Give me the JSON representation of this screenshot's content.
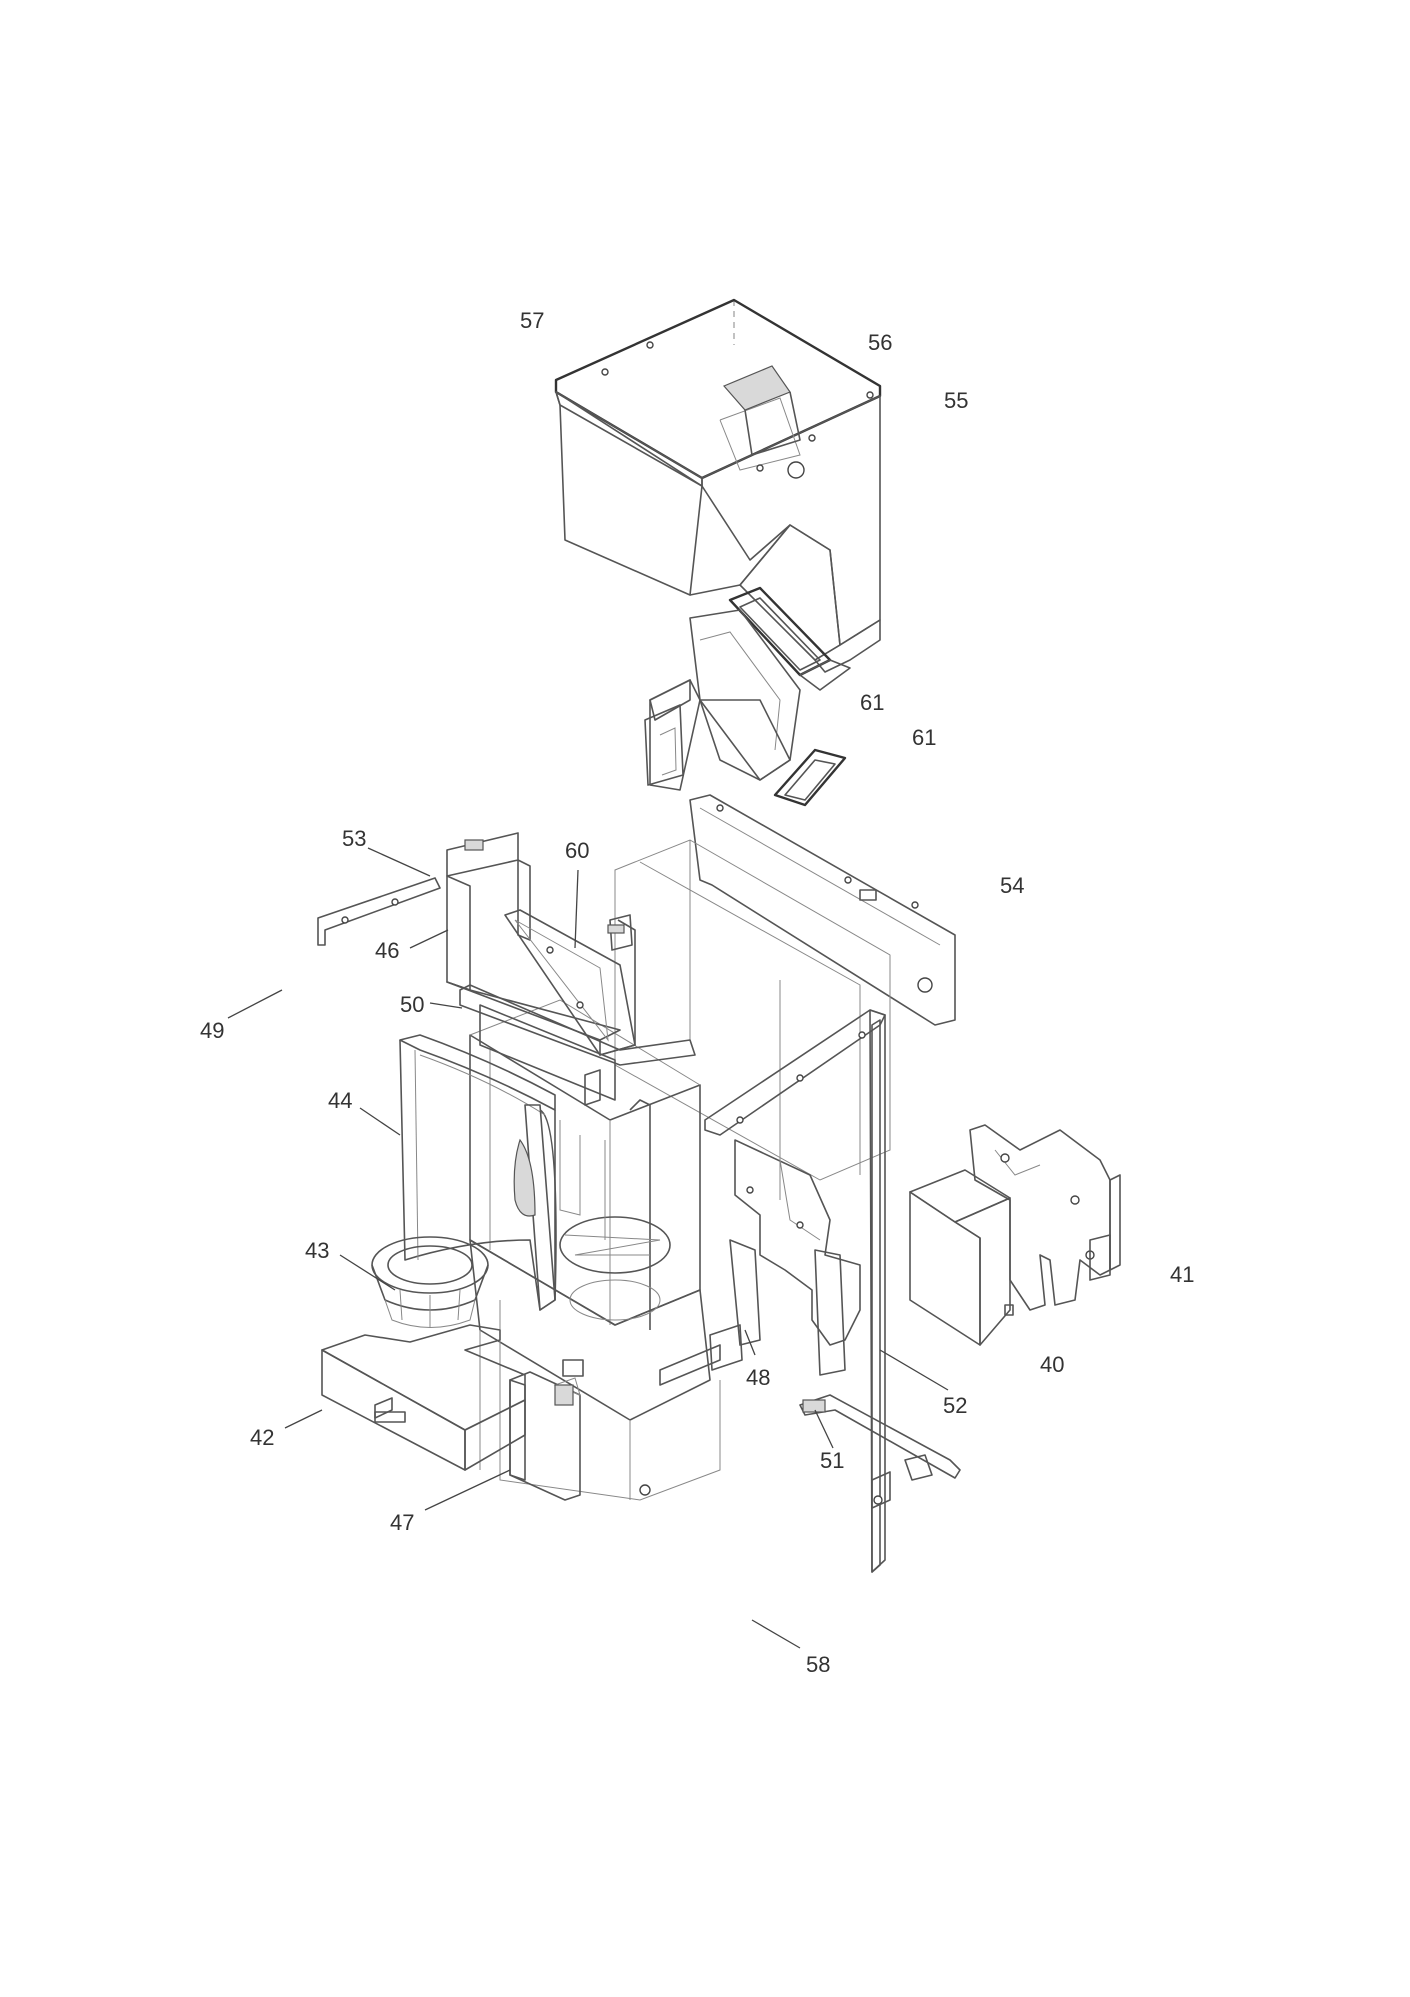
{
  "labels": {
    "p40": "40",
    "p41": "41",
    "p42": "42",
    "p43": "43",
    "p44": "44",
    "p46": "46",
    "p47": "47",
    "p48": "48",
    "p49": "49",
    "p50": "50",
    "p51": "51",
    "p52": "52",
    "p53": "53",
    "p54": "54",
    "p55": "55",
    "p56": "56",
    "p57": "57",
    "p58": "58",
    "p60": "60",
    "p61a": "61",
    "p61b": "61"
  }
}
